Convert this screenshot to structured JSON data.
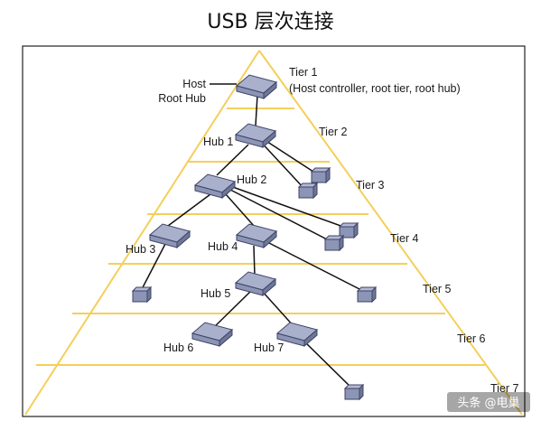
{
  "title": "USB 层次连接",
  "host_label": [
    "Host",
    "Root Hub"
  ],
  "tiers": [
    {
      "label": "Tier 1",
      "note": "(Host controller, root tier, root hub)"
    },
    {
      "label": "Tier 2"
    },
    {
      "label": "Tier 3"
    },
    {
      "label": "Tier 4"
    },
    {
      "label": "Tier 5"
    },
    {
      "label": "Tier 6"
    },
    {
      "label": "Tier 7"
    }
  ],
  "hubs": [
    "Hub 1",
    "Hub 2",
    "Hub 3",
    "Hub 4",
    "Hub 5",
    "Hub 6",
    "Hub 7"
  ],
  "watermark": "头条 @电巢",
  "colors": {
    "tier_line": "#f4cf5a",
    "device_fill": "#8c95b5",
    "device_edge": "#3d4466",
    "frame": "#222222"
  }
}
